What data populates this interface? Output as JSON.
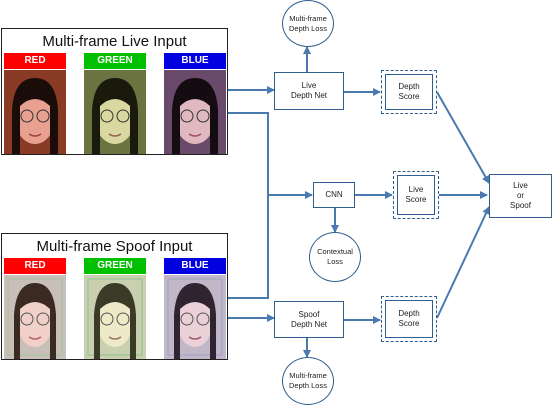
{
  "live_panel": {
    "title": "Multi-frame Live Input",
    "channels": [
      {
        "label": "RED",
        "color": "#ff0000"
      },
      {
        "label": "GREEN",
        "color": "#00c000"
      },
      {
        "label": "BLUE",
        "color": "#0000e0"
      }
    ]
  },
  "spoof_panel": {
    "title": "Multi-frame Spoof Input",
    "channels": [
      {
        "label": "RED",
        "color": "#ff0000"
      },
      {
        "label": "GREEN",
        "color": "#00c000"
      },
      {
        "label": "BLUE",
        "color": "#0000e0"
      }
    ]
  },
  "nodes": {
    "live_depth_net": "Live\nDepth Net",
    "cnn": "CNN",
    "spoof_depth_net": "Spoof\nDepth Net",
    "depth_score_top": "Depth\nScore",
    "live_score": "Live\nScore",
    "depth_score_bottom": "Depth\nScore",
    "live_or_spoof": "Live\nor\nSpoof"
  },
  "losses": {
    "top": "Multi-frame\nDepth Loss",
    "contextual": "Contextual\nLoss",
    "bottom": "Multi-frame\nDepth Loss"
  },
  "colors": {
    "arrow": "#4a7ab0",
    "box_border": "#2f5f8f"
  }
}
